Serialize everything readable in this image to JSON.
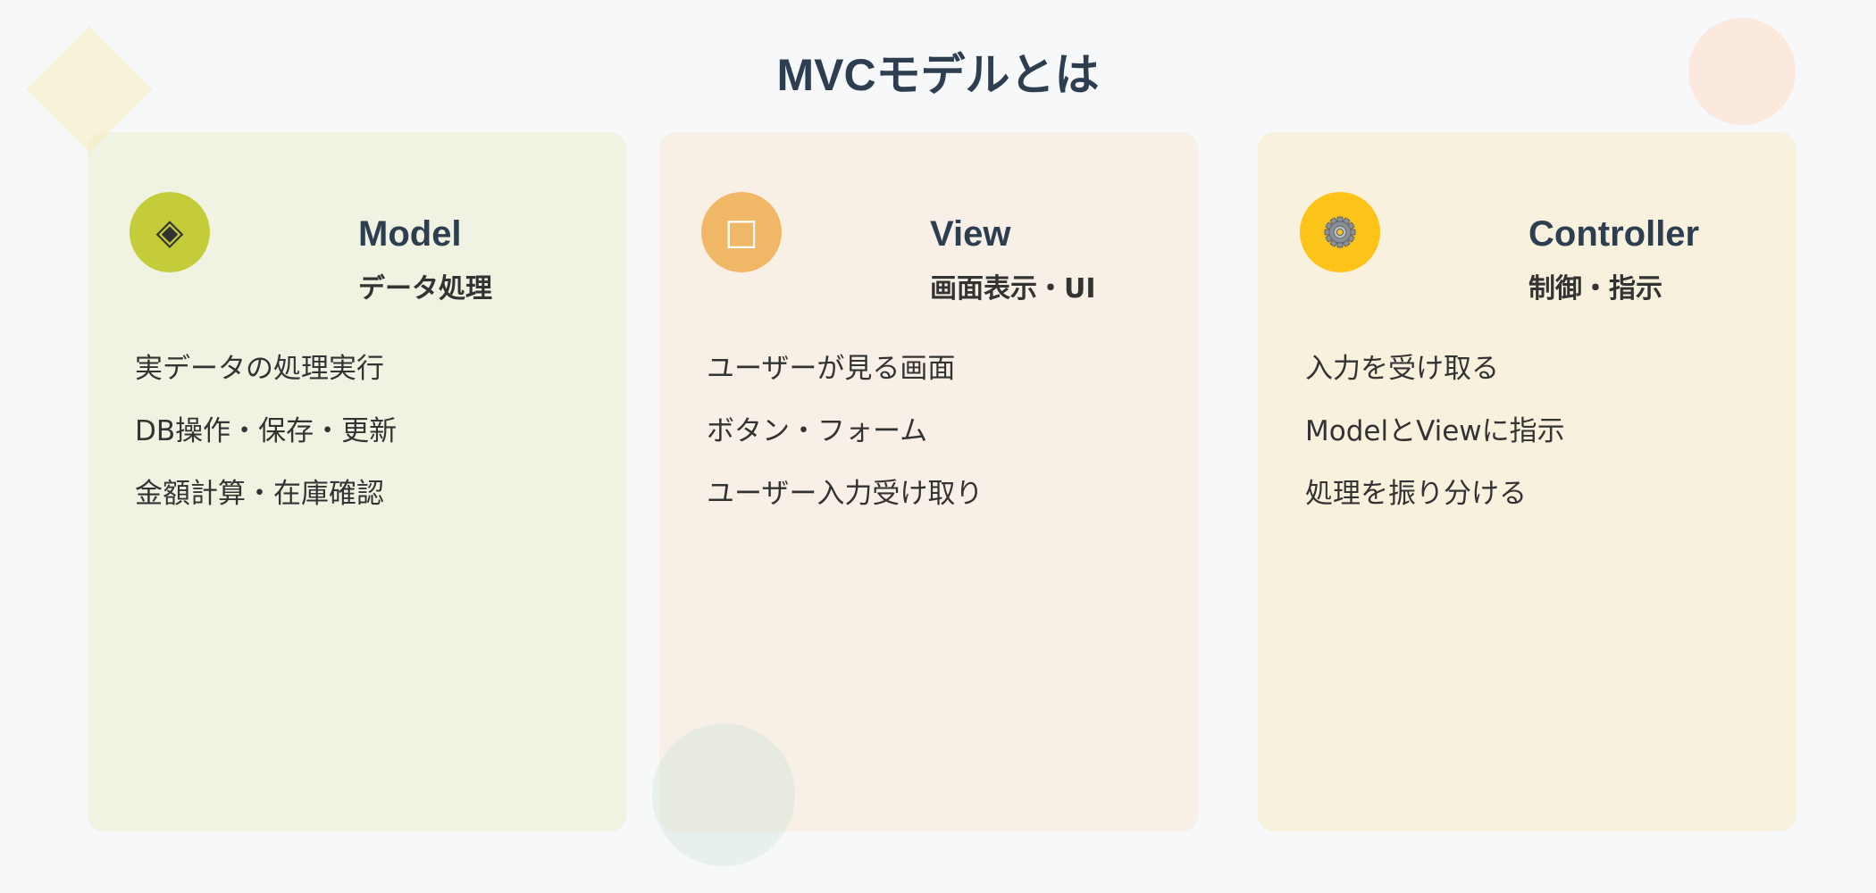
{
  "page": {
    "title": "MVCモデルとは",
    "background": "#f7f8fa"
  },
  "cards": [
    {
      "id": "model",
      "title": "Model",
      "subtitle": "データ処理",
      "icon": "diamond-with-dot-icon",
      "icon_glyph": "◈",
      "icon_color": "#c4cc3a",
      "icon_glyph_color": "#333333",
      "background": "#f0f2e2",
      "items": [
        "実データの処理実行",
        "DB操作・保存・更新",
        "金額計算・在庫確認"
      ]
    },
    {
      "id": "view",
      "title": "View",
      "subtitle": "画面表示・UI",
      "icon": "square-icon",
      "icon_glyph": "□",
      "icon_color": "#f0b866",
      "icon_glyph_color": "#ffffff",
      "background": "#f8f0e6",
      "items": [
        "ユーザーが見る画面",
        "ボタン・フォーム",
        "ユーザー入力受け取り"
      ]
    },
    {
      "id": "controller",
      "title": "Controller",
      "subtitle": "制御・指示",
      "icon": "gear-icon",
      "icon_glyph": "⚙️",
      "icon_color": "#fcc419",
      "icon_glyph_color": "#6c757d",
      "background": "#f8f1de",
      "items": [
        "入力を受け取る",
        "ModelとViewに指示",
        "処理を振り分ける"
      ]
    }
  ]
}
